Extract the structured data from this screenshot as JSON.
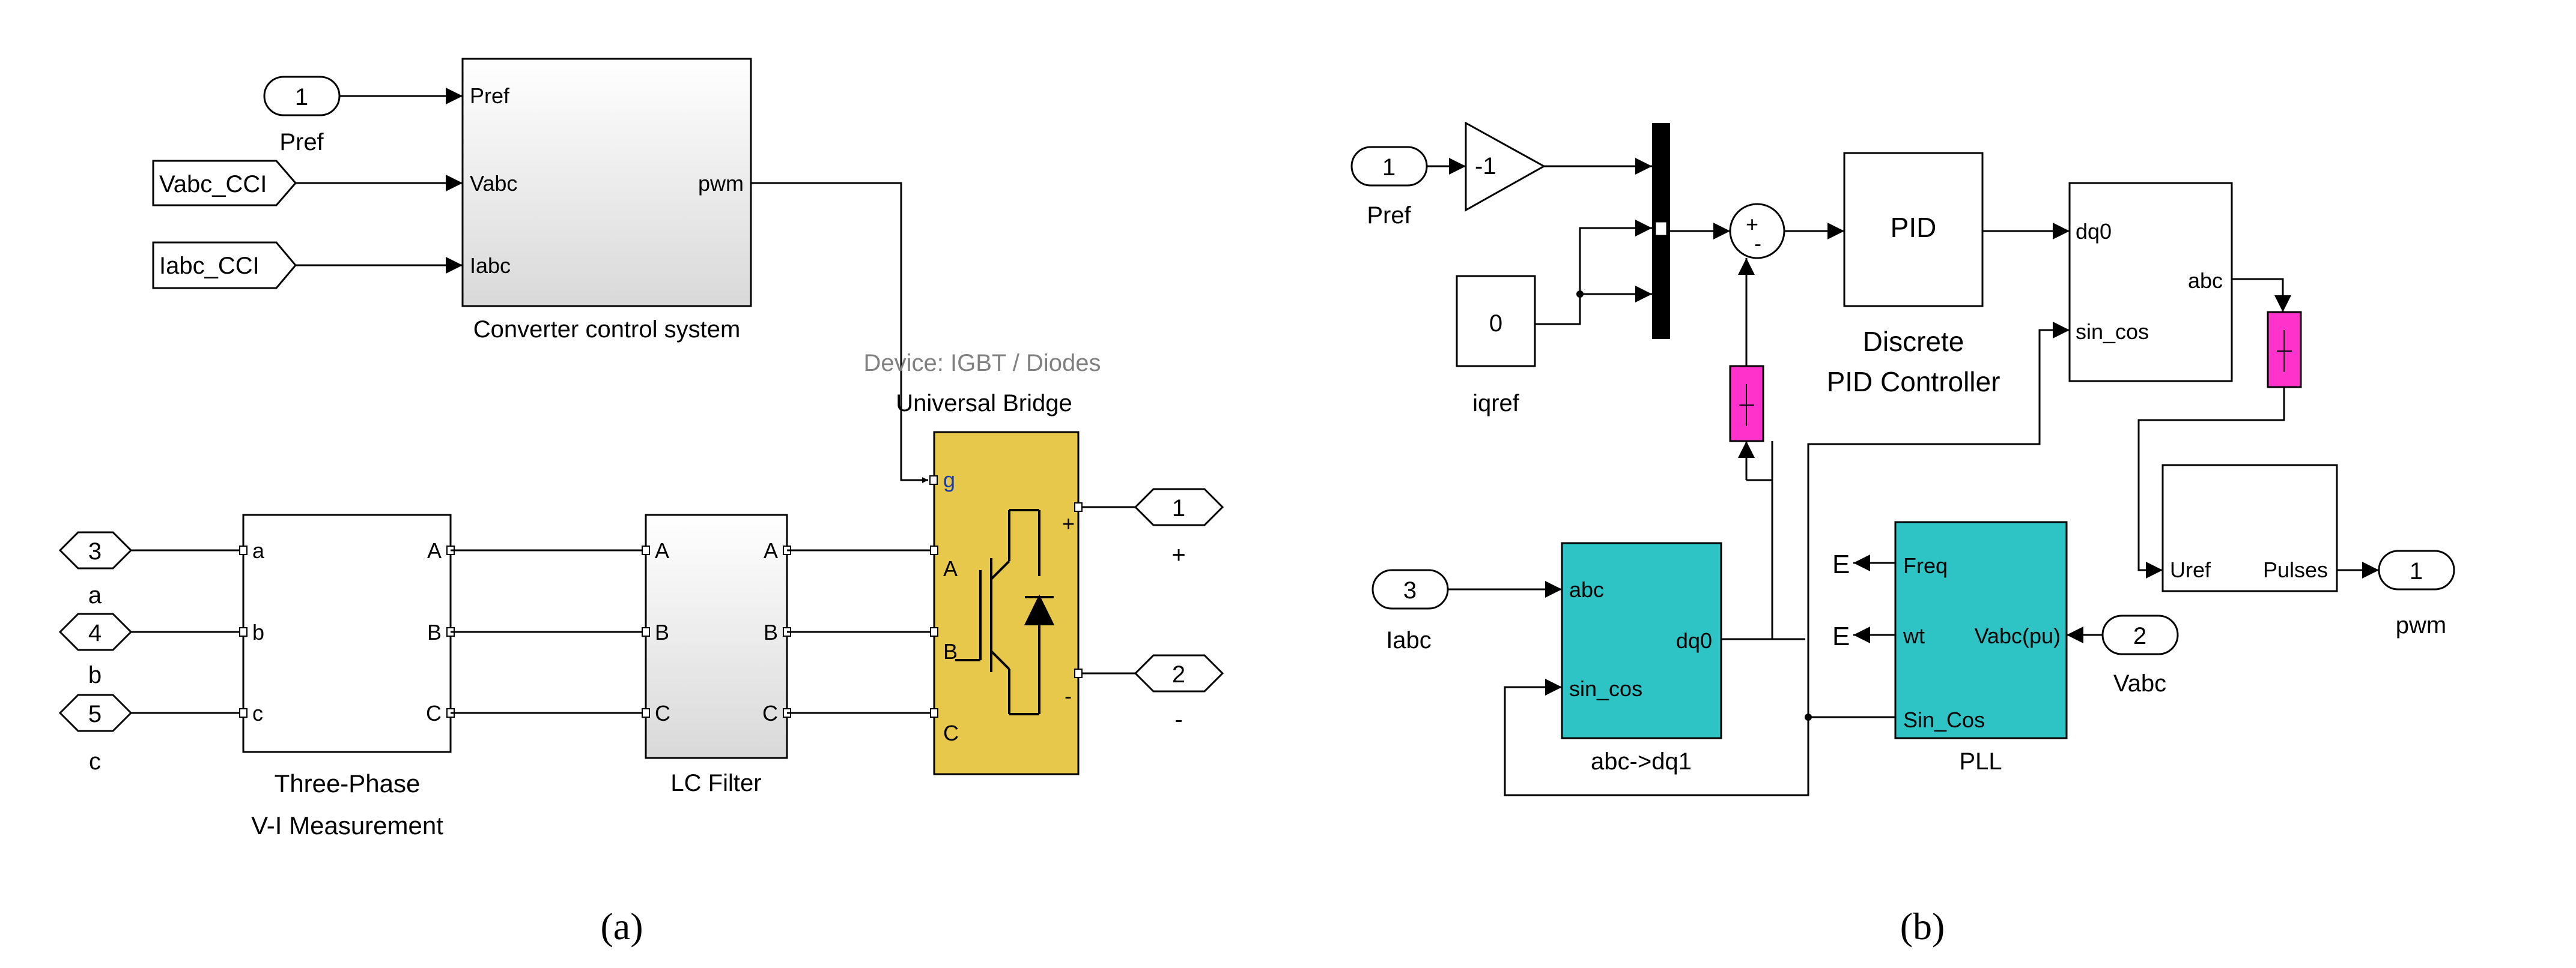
{
  "colors": {
    "bridge": "#e8c84a",
    "teal": "#2ec4c6",
    "magenta": "#ff33cc",
    "gray_block": "#ececec"
  },
  "panel_a": {
    "caption": "(a)",
    "inport_pref": {
      "number": "1",
      "label": "Pref"
    },
    "goto_vabc": "Vabc_CCI",
    "goto_iabc": "Iabc_CCI",
    "control_block": {
      "title": "Converter control system",
      "ports_in": [
        "Pref",
        "Vabc",
        "Iabc"
      ],
      "port_out": "pwm"
    },
    "bridge": {
      "device": "Device: IGBT / Diodes",
      "title": "Universal Bridge",
      "port_g": "g",
      "ports_in": [
        "A",
        "B",
        "C"
      ],
      "port_plus": "+",
      "port_minus": "-"
    },
    "measurement": {
      "title_line1": "Three-Phase",
      "title_line2": "V-I Measurement",
      "ports_in": [
        "a",
        "b",
        "c"
      ],
      "ports_out": [
        "A",
        "B",
        "C"
      ]
    },
    "lc_filter": {
      "title": "LC Filter",
      "ports_in": [
        "A",
        "B",
        "C"
      ],
      "ports_out": [
        "A",
        "B",
        "C"
      ]
    },
    "inputs": [
      {
        "number": "3",
        "label": "a"
      },
      {
        "number": "4",
        "label": "b"
      },
      {
        "number": "5",
        "label": "c"
      }
    ],
    "outputs": [
      {
        "number": "1",
        "label": "+"
      },
      {
        "number": "2",
        "label": "-"
      }
    ]
  },
  "panel_b": {
    "caption": "(b)",
    "inport_pref": {
      "number": "1",
      "label": "Pref"
    },
    "gain": "-1",
    "const": {
      "value": "0",
      "label": "iqref"
    },
    "sum_signs": {
      "plus": "+",
      "minus": "-"
    },
    "pid": {
      "text": "PID",
      "title_line1": "Discrete",
      "title_line2": "PID Controller"
    },
    "dq0_abc": {
      "ports_in": [
        "dq0",
        "sin_cos"
      ],
      "port_out": "abc"
    },
    "pwm_gen": {
      "port_in": "Uref",
      "port_out": "Pulses"
    },
    "outport_pwm": {
      "number": "1",
      "label": "pwm"
    },
    "inport_iabc": {
      "number": "3",
      "label": "Iabc"
    },
    "abc_dq": {
      "title": "abc->dq1",
      "ports_in": [
        "abc",
        "sin_cos"
      ],
      "port_out": "dq0"
    },
    "pll": {
      "title": "PLL",
      "ports_out": [
        "Freq",
        "wt",
        "Sin_Cos"
      ],
      "port_in": "Vabc(pu)"
    },
    "terminators": [
      "E",
      "E"
    ],
    "inport_vabc": {
      "number": "2",
      "label": "Vabc"
    }
  }
}
